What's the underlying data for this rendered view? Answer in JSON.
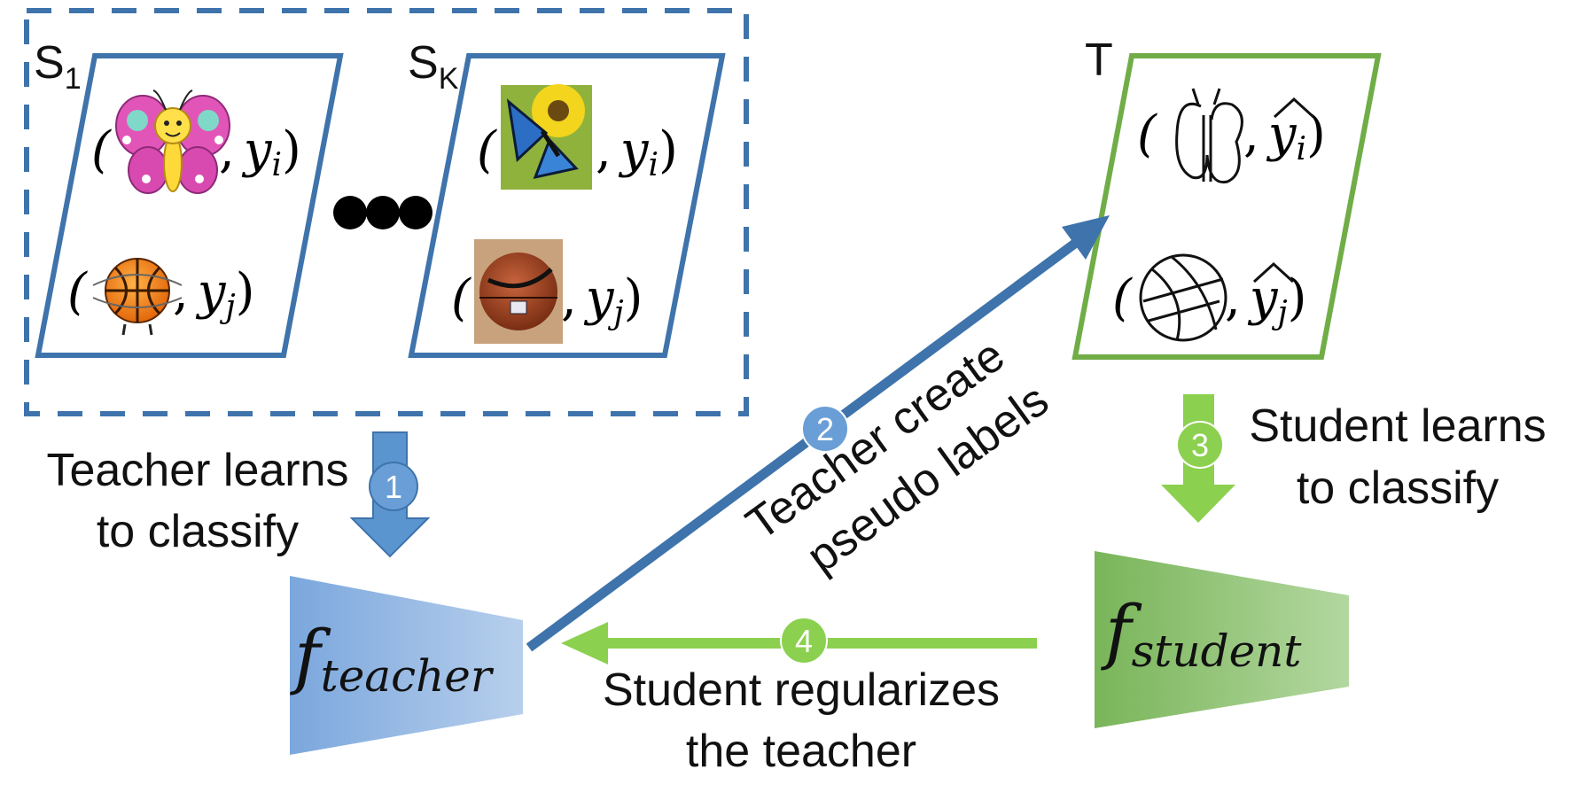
{
  "source_domains": {
    "first": {
      "label": "S",
      "subscript": "1"
    },
    "last": {
      "label": "S",
      "subscript": "K"
    },
    "ellipsis": "●●●"
  },
  "target_domain": {
    "label": "T"
  },
  "pairs": {
    "y_i": "y",
    "y_i_sub": "i",
    "y_j": "y",
    "y_j_sub": "j",
    "hat": "^"
  },
  "models": {
    "teacher": {
      "symbol": "f",
      "subscript": "teacher"
    },
    "student": {
      "symbol": "f",
      "subscript": "student"
    }
  },
  "steps": [
    {
      "number": "1",
      "line1": "Teacher learns",
      "line2": "to classify"
    },
    {
      "number": "2",
      "line1": "Teacher create",
      "line2": "pseudo labels"
    },
    {
      "number": "3",
      "line1": "Student learns",
      "line2": "to classify"
    },
    {
      "number": "4",
      "line1": "Student regularizes",
      "line2": "the teacher"
    }
  ],
  "colors": {
    "blue": "#3f73ab",
    "blue_light": "#5b95cf",
    "green": "#70ad47",
    "green_light": "#8cd04f",
    "black": "#111111"
  }
}
